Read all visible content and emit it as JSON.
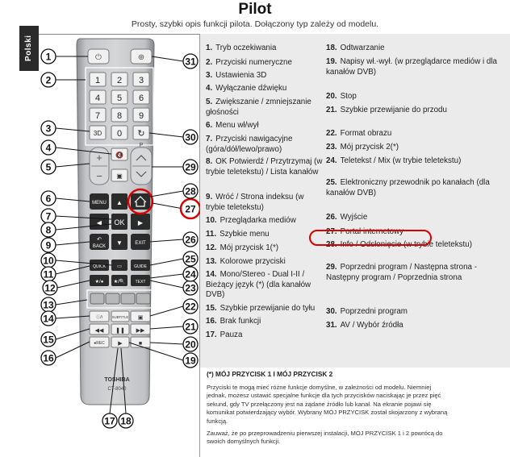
{
  "page": {
    "title": "Pilot",
    "subtitle": "Prosty, szybki opis funkcji pilota. Dołączony typ zależy od modelu.",
    "language_tab": "Polski"
  },
  "remote": {
    "brand": "TOSHIBA",
    "model": "CT-8040",
    "labels": {
      "k1": "1",
      "k2": "2",
      "k3": "3",
      "k4": "4",
      "k5": "5",
      "k6": "6",
      "k7": "7",
      "k8": "8",
      "k9": "9",
      "k0": "0",
      "k3d": "3D",
      "plus": "+",
      "minus": "−",
      "mute": "🔇",
      "p": "P",
      "menu": "MENU",
      "ok": "OK",
      "back": "BACK",
      "exit": "EXIT",
      "quick": "QUICK",
      "guide": "GUIDE",
      "fav1": "★/●",
      "fav2": "★/🔍",
      "text": "TEXT",
      "info": "ⓘ/i",
      "subtitle": "SUBTITLE",
      "rec": "●REC"
    },
    "callouts": [
      "1",
      "2",
      "3",
      "4",
      "5",
      "6",
      "7",
      "8",
      "9",
      "10",
      "11",
      "12",
      "13",
      "14",
      "15",
      "16",
      "17",
      "18",
      "19",
      "20",
      "21",
      "22",
      "23",
      "24",
      "25",
      "26",
      "27",
      "28",
      "29",
      "30",
      "31"
    ]
  },
  "legend": [
    {
      "n": "1.",
      "t": "Tryb oczekiwania"
    },
    {
      "n": "2.",
      "t": "Przyciski numeryczne"
    },
    {
      "n": "3.",
      "t": "Ustawienia 3D"
    },
    {
      "n": "4.",
      "t": "Wyłączanie dźwięku"
    },
    {
      "n": "5.",
      "t": "Zwiększanie / zmniejszanie głośności"
    },
    {
      "n": "6.",
      "t": "Menu wł/wył"
    },
    {
      "n": "7.",
      "t": "Przyciski nawigacyjne (góra/dół/lewo/prawo)"
    },
    {
      "n": "8.",
      "t": "OK Potwierdź / Przytrzymaj (w trybie teletekstu) / Lista kanałów"
    },
    {
      "n": "9.",
      "t": "Wróć / Strona indeksu (w trybie teletekstu)"
    },
    {
      "n": "10.",
      "t": "Przeglądarka mediów"
    },
    {
      "n": "11.",
      "t": "Szybkie menu"
    },
    {
      "n": "12.",
      "t": "Mój przycisk 1(*)"
    },
    {
      "n": "13.",
      "t": "Kolorowe przyciski"
    },
    {
      "n": "14.",
      "t": "Mono/Stereo - Dual I-II / Bieżący język (*) (dla kanałów DVB)"
    },
    {
      "n": "15.",
      "t": "Szybkie przewijanie do tyłu"
    },
    {
      "n": "16.",
      "t": "Brak funkcji"
    },
    {
      "n": "17.",
      "t": "Pauza"
    },
    {
      "n": "18.",
      "t": "Odtwarzanie"
    },
    {
      "n": "19.",
      "t": "Napisy wł.-wył. (w przeglądarce mediów i dla kanałów DVB)"
    },
    {
      "n": "20.",
      "t": "Stop"
    },
    {
      "n": "21.",
      "t": "Szybkie przewijanie do przodu"
    },
    {
      "n": "22.",
      "t": "Format obrazu"
    },
    {
      "n": "23.",
      "t": "Mój przycisk 2(*)"
    },
    {
      "n": "24.",
      "t": "Teletekst / Mix (w trybie teletekstu)"
    },
    {
      "n": "25.",
      "t": "Elektroniczny przewodnik po kanałach (dla kanałów DVB)"
    },
    {
      "n": "26.",
      "t": "Wyjście"
    },
    {
      "n": "27.",
      "t": "Portal internetowy"
    },
    {
      "n": "28.",
      "t": "Info / Odsłonięcie (w trybie teletekstu)"
    },
    {
      "n": "29.",
      "t": "Poprzedni program / Następna strona - Następny program / Poprzednia strona"
    },
    {
      "n": "30.",
      "t": "Poprzedni program"
    },
    {
      "n": "31.",
      "t": "AV / Wybór źródła"
    }
  ],
  "notes": {
    "title": "(*) MÓJ PRZYCISK 1 I MÓJ PRZYCISK 2",
    "p1": "Przyciski te mogą mieć różne funkcje domyślne, w zależności od modelu. Niemniej jednak, możesz ustawić specjalne funkcje dla tych przycisków naciskając je przez pięć sekund, gdy TV przełączony jest na żądane źródło lub kanał. Na ekranie pojawi się komunikat potwierdzający wybór. Wybrany MÓJ PRZYCISK został skojarzony z wybraną funkcją.",
    "p2": "Zauważ, że po przeprowadzeniu pierwszej instalacji, MÓJ PRZYCISK 1 i 2 powrócą do swoich domyślnych funkcji."
  },
  "colors": {
    "highlight": "#d90000",
    "legend_bg": "#ebebeb",
    "remote_body": "#b3b5b8",
    "key_dark": "#2b2b2b",
    "key_light": "#f1f1f1"
  }
}
